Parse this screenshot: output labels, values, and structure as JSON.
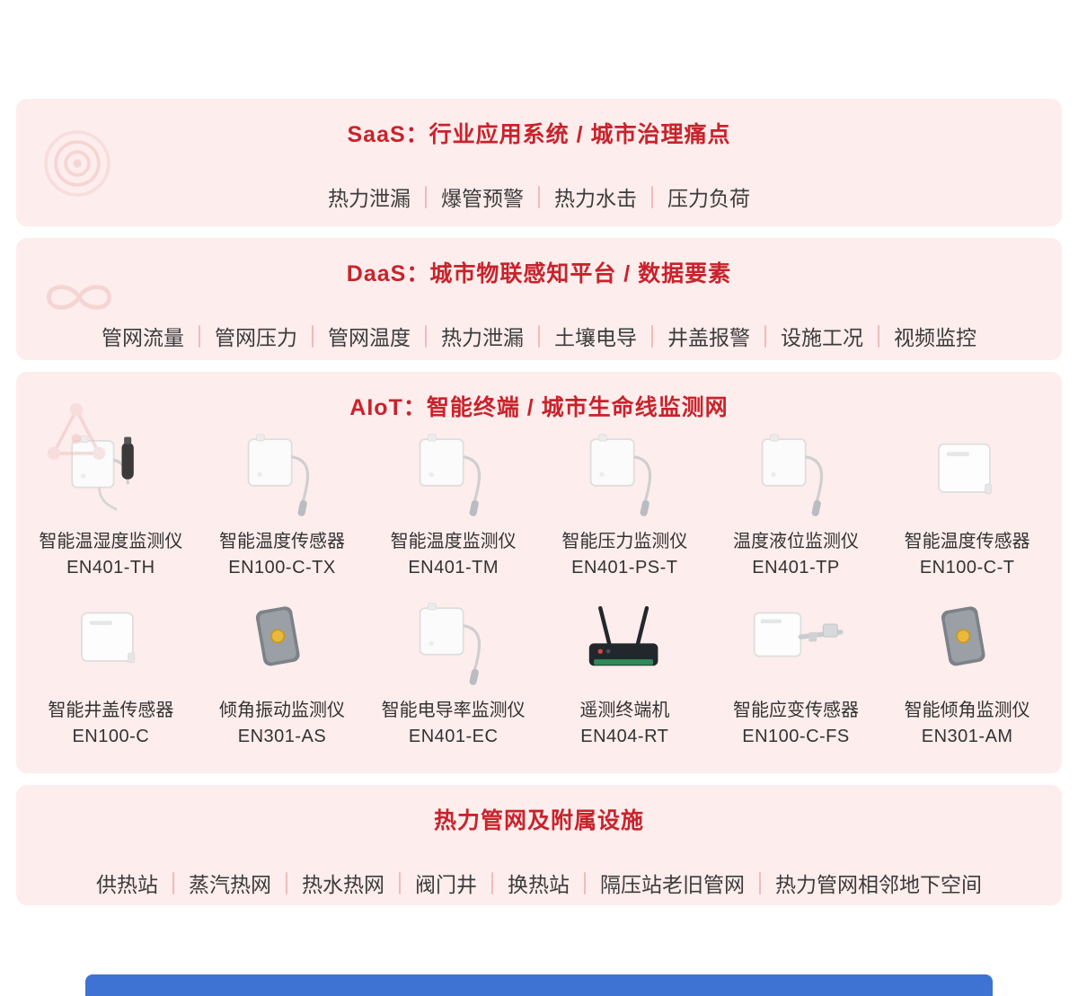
{
  "sections": {
    "saas": {
      "title": "SaaS：行业应用系统 / 城市治理痛点",
      "items": [
        "热力泄漏",
        "爆管预警",
        "热力水击",
        "压力负荷"
      ]
    },
    "daas": {
      "title": "DaaS：城市物联感知平台 / 数据要素",
      "items": [
        "管网流量",
        "管网压力",
        "管网温度",
        "热力泄漏",
        "土壤电导",
        "井盖报警",
        "设施工况",
        "视频监控"
      ]
    },
    "aiot": {
      "title": "AIoT：智能终端 / 城市生命线监测网",
      "products": [
        {
          "name": "智能温湿度监测仪",
          "model": "EN401-TH"
        },
        {
          "name": "智能温度传感器",
          "model": "EN100-C-TX"
        },
        {
          "name": "智能温度监测仪",
          "model": "EN401-TM"
        },
        {
          "name": "智能压力监测仪",
          "model": "EN401-PS-T"
        },
        {
          "name": "温度液位监测仪",
          "model": "EN401-TP"
        },
        {
          "name": "智能温度传感器",
          "model": "EN100-C-T"
        },
        {
          "name": "智能井盖传感器",
          "model": "EN100-C"
        },
        {
          "name": "倾角振动监测仪",
          "model": "EN301-AS"
        },
        {
          "name": "智能电导率监测仪",
          "model": "EN401-EC"
        },
        {
          "name": "遥测终端机",
          "model": "EN404-RT"
        },
        {
          "name": "智能应变传感器",
          "model": "EN100-C-FS"
        },
        {
          "name": "智能倾角监测仪",
          "model": "EN301-AM"
        }
      ]
    },
    "facilities": {
      "title": "热力管网及附属设施",
      "items": [
        "供热站",
        "蒸汽热网",
        "热水热网",
        "阀门井",
        "换热站",
        "隔压站老旧管网",
        "热力管网相邻地下空间"
      ]
    }
  },
  "colors": {
    "accent_red": "#c8232c",
    "section_bg": "#fdedec",
    "divider_pink": "#f0bcbc",
    "item_text": "#3c3c3c",
    "footer_blue": "#3e73d4"
  }
}
